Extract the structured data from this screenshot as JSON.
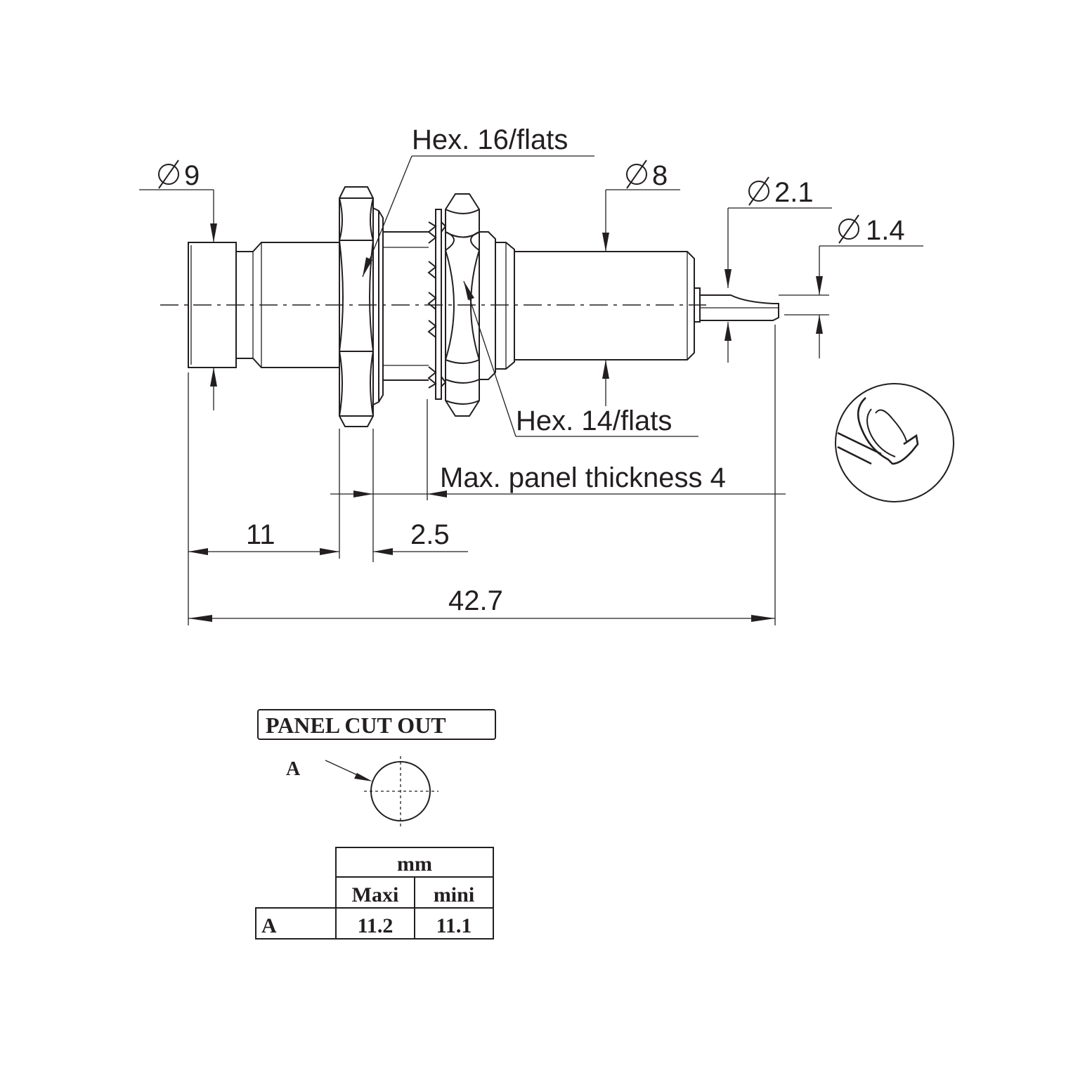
{
  "drawing": {
    "diameters": {
      "d9": "9",
      "d8": "8",
      "d2_1": "2.1",
      "d1_4": "1.4"
    },
    "hex16_label": "Hex. 16/flats",
    "hex14_label": "Hex. 14/flats",
    "panel_thickness_label": "Max. panel thickness 4",
    "dim_11": "11",
    "dim_2_5": "2.5",
    "dim_42_7": "42.7"
  },
  "cutout": {
    "title": "PANEL CUT OUT",
    "marker": "A",
    "table": {
      "unit_header": "mm",
      "col_max": "Maxi",
      "col_min": "mini",
      "row_label": "A",
      "max_value": "11.2",
      "min_value": "11.1"
    }
  }
}
